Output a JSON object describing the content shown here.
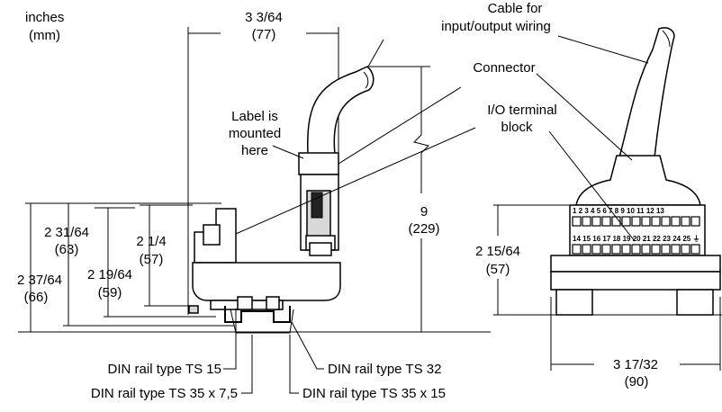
{
  "units": {
    "line1": "inches",
    "line2": "(mm)"
  },
  "labels": {
    "cable_line1": "Cable for",
    "cable_line2": "input/output wiring",
    "connector": "Connector",
    "io_line1": "I/O terminal",
    "io_line2": "block",
    "label_line1": "Label is",
    "label_line2": "mounted",
    "label_line3": "here"
  },
  "dimensions": {
    "width_in": "3 3/64",
    "width_mm": "(77)",
    "length_in": "9",
    "length_mm": "(229)",
    "h1_in": "2 31/64",
    "h1_mm": "(63)",
    "h2_in": "2 37/64",
    "h2_mm": "(66)",
    "h3_in": "2 19/64",
    "h3_mm": "(59)",
    "h4_in": "2 1/4",
    "h4_mm": "(57)",
    "right_h_in": "2 15/64",
    "right_h_mm": "(57)",
    "right_w_in": "3 17/32",
    "right_w_mm": "(90)"
  },
  "rails": {
    "ts15": "DIN rail type TS 15",
    "ts32": "DIN rail type TS 32",
    "ts35_75": "DIN rail type TS 35 x 7,5",
    "ts35_15": "DIN rail type TS 35 x 15"
  },
  "terminal_numbers": {
    "top_row": "1  2  3  4  5  6  7  8  9  10 11 12 13",
    "bottom_row": "14 15 16 17 18 19 20 21 22 23 24 25 ⏚"
  }
}
